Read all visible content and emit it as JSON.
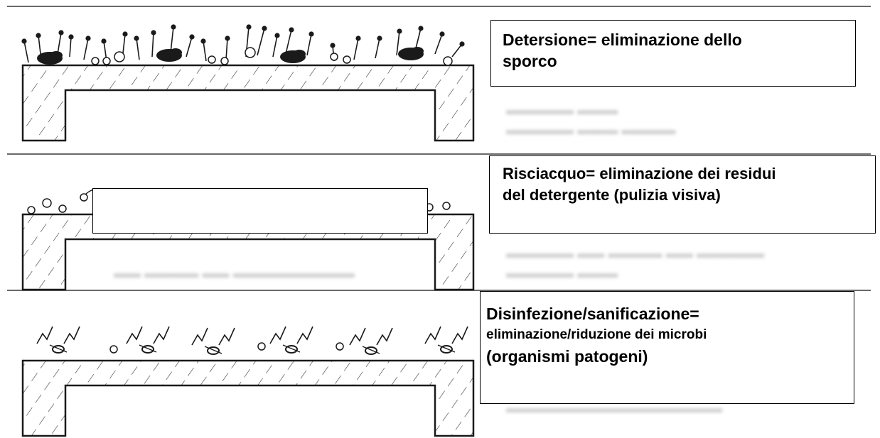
{
  "steps": [
    {
      "id": "detersione",
      "lines": [
        "Detersione= eliminazione dello",
        "sporco"
      ]
    },
    {
      "id": "risciacquo",
      "lines": [
        "Risciacquo= eliminazione dei residui",
        "del detergente (pulizia visiva)"
      ]
    },
    {
      "id": "disinfezione",
      "lines": [
        "Disinfezione/sanificazione=",
        "eliminazione/riduzione dei microbi",
        "(organismi patogeni)"
      ]
    }
  ],
  "icons": [
    "soil-particle-icon",
    "detergent-molecule-icon",
    "bubble-icon",
    "lightning-icon",
    "microbe-icon"
  ],
  "colors": {
    "ink": "#1a1a1a",
    "ghost_text": "#cfcfcf",
    "divider": "#6a6a6a"
  }
}
